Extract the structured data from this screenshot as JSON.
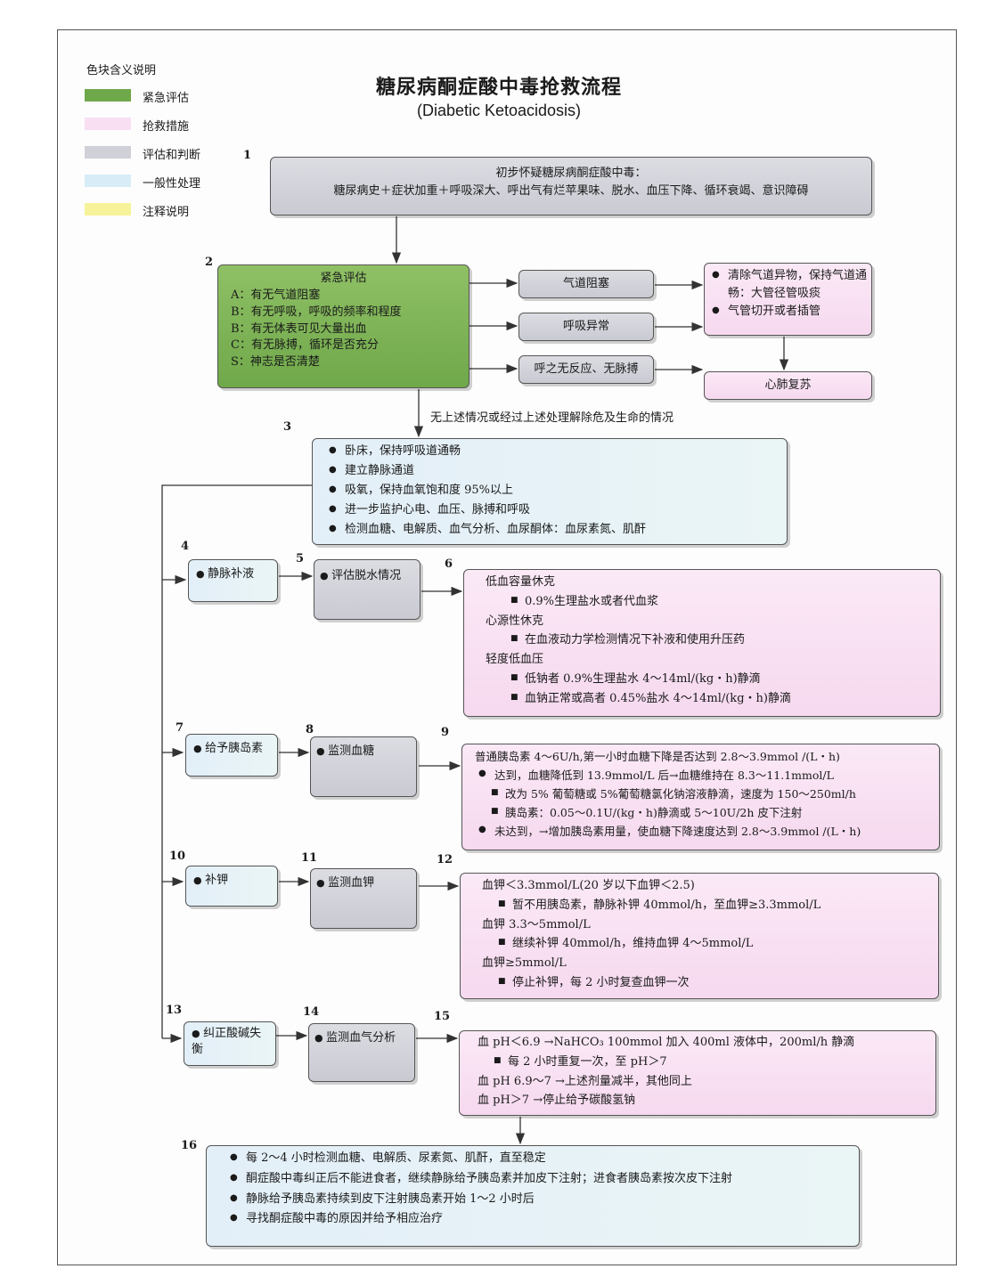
{
  "legend": {
    "title": "色块含义说明",
    "items": [
      {
        "label": "紧急评估",
        "color": "#6fa84a"
      },
      {
        "label": "抢救措施",
        "color": "#f8dff2"
      },
      {
        "label": "评估和判断",
        "color": "#cfd0d8"
      },
      {
        "label": "一般性处理",
        "color": "#d8ecf8"
      },
      {
        "label": "注释说明",
        "color": "#f7f39a"
      }
    ]
  },
  "header": {
    "title": "糖尿病酮症酸中毒抢救流程",
    "subtitle": "(Diabetic Ketoacidosis)"
  },
  "nodes": {
    "n1": {
      "num": "1",
      "title": "初步怀疑糖尿病酮症酸中毒：",
      "text": "糖尿病史＋症状加重＋呼吸深大、呼出气有烂苹果味、脱水、血压下降、循环衰竭、意识障碍"
    },
    "n2": {
      "num": "2",
      "title": "紧急评估",
      "lines": [
        "A：有无气道阻塞",
        "B：有无呼吸，呼吸的频率和程度",
        "B：有无体表可见大量出血",
        "C：有无脉搏，循环是否充分",
        "S：神志是否清楚"
      ]
    },
    "airway": "气道阻塞",
    "breathing": "呼吸异常",
    "noresponse": "呼之无反应、无脉搏",
    "clear": [
      "清除气道异物，保持气道通畅：大管径管吸痰",
      "气管切开或者插管"
    ],
    "cpr": "心肺复苏",
    "edge_note": "无上述情况或经过上述处理解除危及生命的情况",
    "n3": {
      "num": "3",
      "items": [
        "卧床，保持呼吸道通畅",
        "建立静脉通道",
        "吸氧，保持血氧饱和度 95%以上",
        "进一步监护心电、血压、脉搏和呼吸",
        "检测血糖、电解质、血气分析、血尿酮体：血尿素氮、肌酐"
      ]
    },
    "n4": {
      "num": "4",
      "label": "静脉补液"
    },
    "n5": {
      "num": "5",
      "label": "评估脱水情况"
    },
    "n6": {
      "num": "6",
      "g1": "低血容量休克",
      "g1a": "0.9%生理盐水或者代血浆",
      "g2": "心源性休克",
      "g2a": "在血液动力学检测情况下补液和使用升压药",
      "g3": "轻度低血压",
      "g3a": "低钠者 0.9%生理盐水 4～14ml/(kg・h)静滴",
      "g3b": "血钠正常或高者 0.45%盐水 4～14ml/(kg・h)静滴"
    },
    "n7": {
      "num": "7",
      "label": "给予胰岛素"
    },
    "n8": {
      "num": "8",
      "label": "监测血糖"
    },
    "n9": {
      "num": "9",
      "l1": "普通胰岛素 4～6U/h,第一小时血糖下降是否达到 2.8～3.9mmol /(L・h)",
      "l2": "达到，血糖降低到 13.9mmol/L 后→血糖维持在 8.3～11.1mmol/L",
      "l2a": "改为 5% 葡萄糖或 5%葡萄糖氯化钠溶液静滴，速度为 150～250ml/h",
      "l2b": "胰岛素：0.05～0.1U/(kg・h)静滴或 5～10U/2h 皮下注射",
      "l3": "未达到，→增加胰岛素用量，使血糖下降速度达到 2.8～3.9mmol /(L・h)"
    },
    "n10": {
      "num": "10",
      "label": "补钾"
    },
    "n11": {
      "num": "11",
      "label": "监测血钾"
    },
    "n12": {
      "num": "12",
      "g1": "血钾＜3.3mmol/L(20 岁以下血钾＜2.5)",
      "g1a": "暂不用胰岛素，静脉补钾 40mmol/h，至血钾≥3.3mmol/L",
      "g2": "血钾 3.3～5mmol/L",
      "g2a": "继续补钾 40mmol/h，维持血钾 4～5mmol/L",
      "g3": "血钾≥5mmol/L",
      "g3a": "停止补钾，每 2 小时复查血钾一次"
    },
    "n13": {
      "num": "13",
      "label": "纠正酸碱失衡"
    },
    "n14": {
      "num": "14",
      "label": "监测血气分析"
    },
    "n15": {
      "num": "15",
      "l1": "血 pH＜6.9 →NaHCO₃ 100mmol 加入 400ml 液体中，200ml/h 静滴",
      "l1a": "每 2 小时重复一次，至 pH＞7",
      "l2": "血 pH 6.9～7 →上述剂量减半，其他同上",
      "l3": "血 pH＞7 →停止给予碳酸氢钠"
    },
    "n16": {
      "num": "16",
      "items": [
        "每 2～4 小时检测血糖、电解质、尿素氮、肌酐，直至稳定",
        "酮症酸中毒纠正后不能进食者，继续静脉给予胰岛素并加皮下注射；进食者胰岛素按次皮下注射",
        "静脉给予胰岛素持续到皮下注射胰岛素开始 1～2 小时后",
        "寻找酮症酸中毒的原因并给予相应治疗"
      ]
    }
  }
}
